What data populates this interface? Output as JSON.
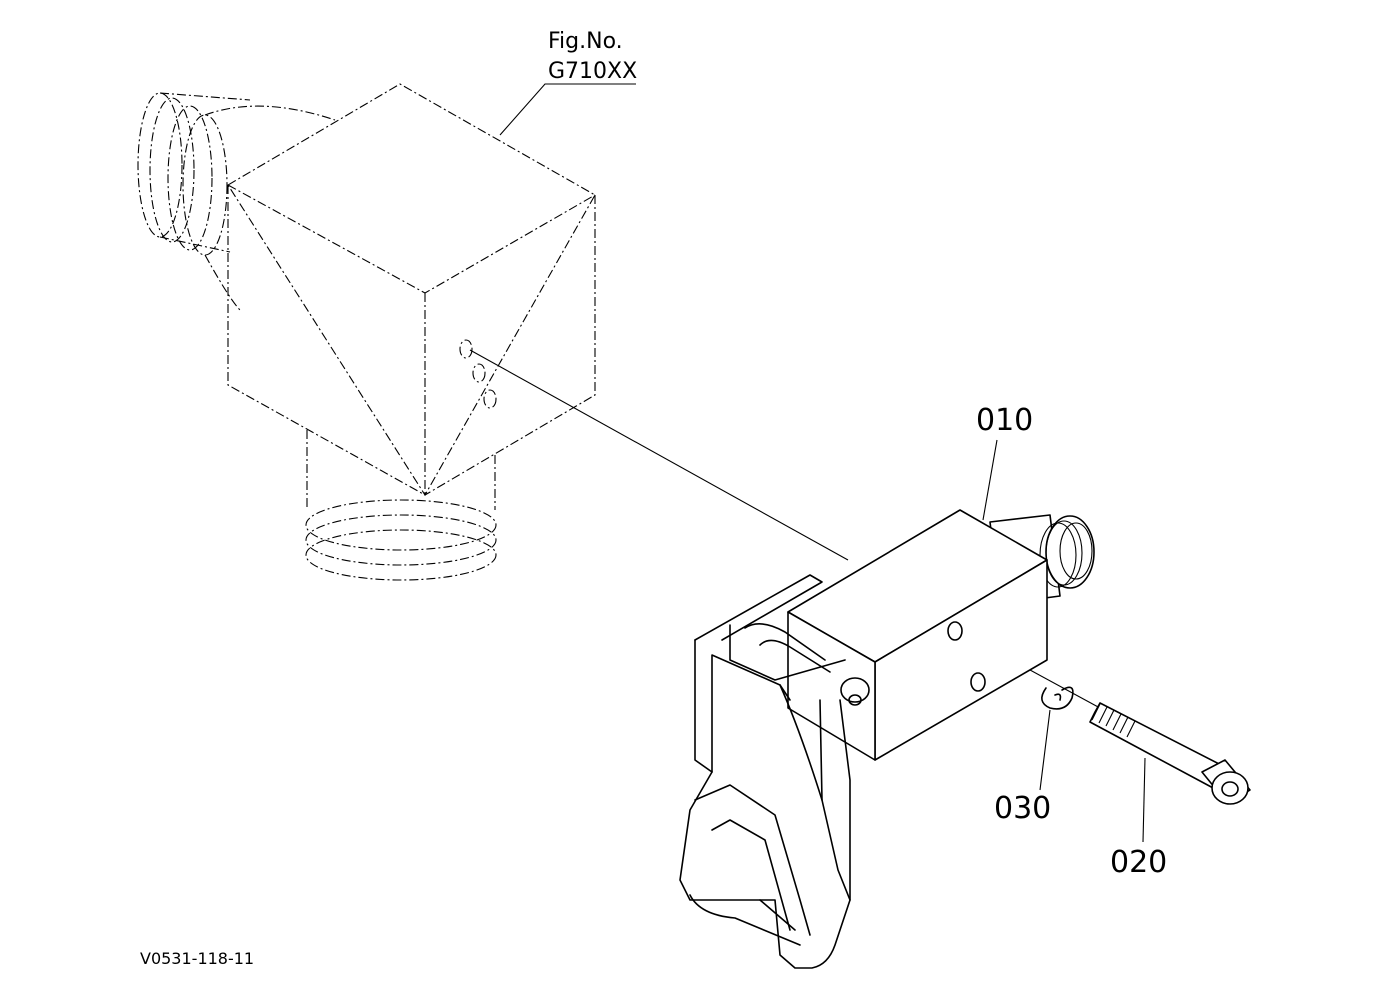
{
  "figure": {
    "ref_label": "Fig.No.",
    "ref_code": "G710XX",
    "drawing_number": "V0531-118-11"
  },
  "callouts": [
    {
      "id": "010"
    },
    {
      "id": "020"
    },
    {
      "id": "030"
    }
  ],
  "colors": {
    "ink": "#000000",
    "paper": "#ffffff"
  }
}
